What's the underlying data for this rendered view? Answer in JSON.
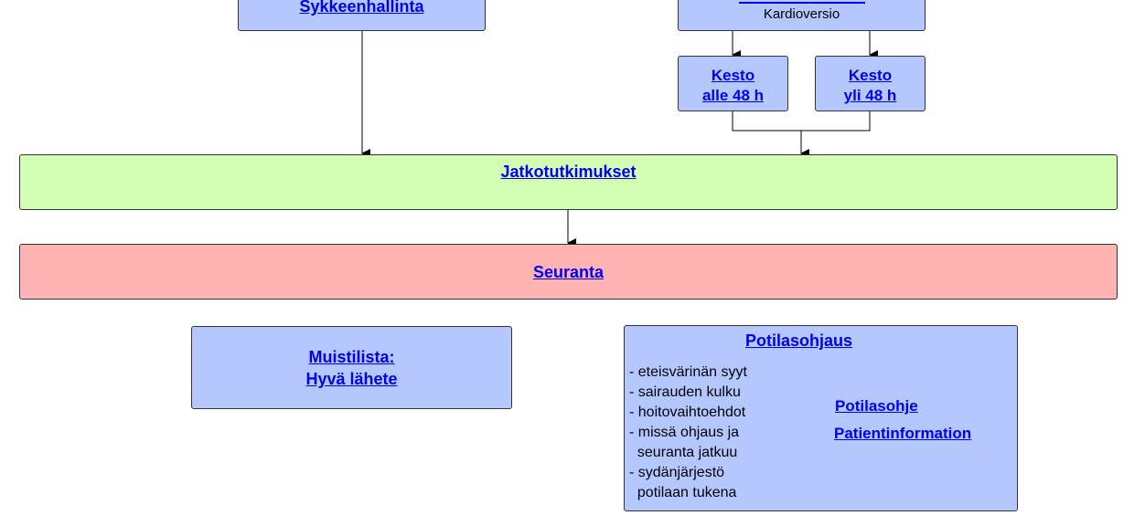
{
  "boxes": {
    "rate_control": {
      "label": "Sykkeenhallinta"
    },
    "cardioversion": {
      "sublabel": "Kardioversio"
    },
    "duration_under": {
      "line1": "Kesto",
      "line2": "alle 48 h"
    },
    "duration_over": {
      "line1": "Kesto",
      "line2": "yli 48 h"
    },
    "further_tests": {
      "label": "Jatkotutkimukset"
    },
    "follow_up": {
      "label": "Seuranta"
    },
    "checklist": {
      "line1": "Muistilista:",
      "line2": "Hyvä lähete"
    },
    "patient_guidance": {
      "title": "Potilasohjaus",
      "items": [
        "- eteisvärinän syyt",
        "- sairauden kulku",
        "- hoitovaihtoehdot",
        "- missä ohjaus ja",
        "  seuranta jatkuu",
        "- sydänjärjestö",
        "  potilaan tukena"
      ],
      "link1": "Potilasohje",
      "link2": "Patientinformation"
    }
  },
  "colors": {
    "blue_box": "#b4c8ff",
    "green_box": "#d2ffb4",
    "red_box": "#ffb4b4",
    "link": "#0000ee"
  }
}
